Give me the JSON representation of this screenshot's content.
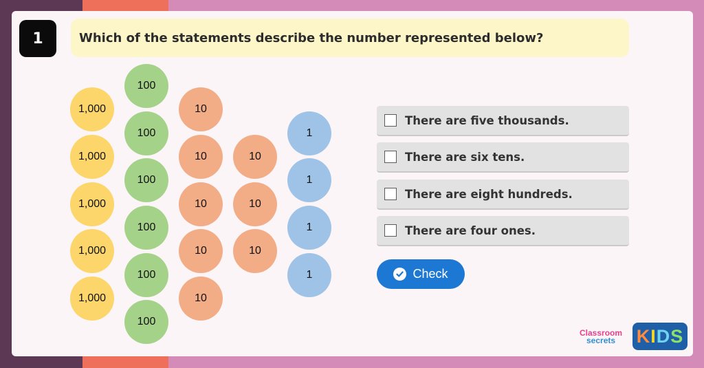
{
  "question": {
    "number": "1",
    "text": "Which of the statements describe the number represented below?"
  },
  "counters": {
    "thousands": [
      "1,000",
      "1,000",
      "1,000",
      "1,000",
      "1,000"
    ],
    "hundreds": [
      "100",
      "100",
      "100",
      "100",
      "100",
      "100"
    ],
    "tens_col1": [
      "10",
      "10",
      "10",
      "10",
      "10"
    ],
    "tens_col2": [
      "10",
      "10",
      "10"
    ],
    "ones": [
      "1",
      "1",
      "1",
      "1"
    ]
  },
  "options": [
    {
      "label": "There are five thousands.",
      "checked": false
    },
    {
      "label": "There are six tens.",
      "checked": false
    },
    {
      "label": "There are eight hundreds.",
      "checked": false
    },
    {
      "label": "There are four ones.",
      "checked": false
    }
  ],
  "check_button": {
    "label": "Check",
    "icon": "check-circle-icon"
  },
  "branding": {
    "classroom": "Classroom",
    "secrets": "secrets",
    "kids": [
      "K",
      "I",
      "D",
      "S"
    ]
  },
  "colors": {
    "thousand": "#fcd66b",
    "hundred": "#a5d289",
    "ten": "#f2ad87",
    "one": "#9fc3e6",
    "check_button": "#1d78d4",
    "question_bg": "#fdf6c8"
  }
}
